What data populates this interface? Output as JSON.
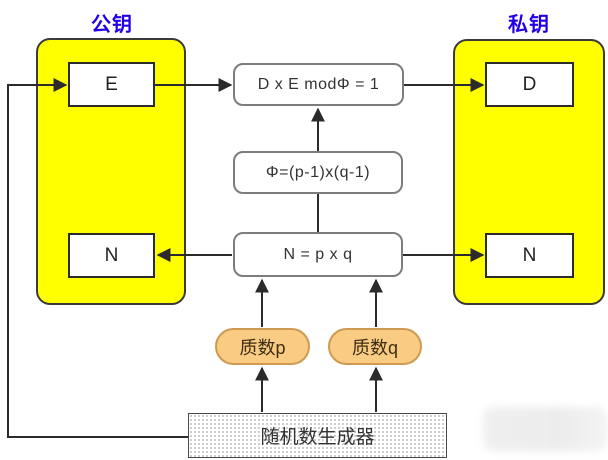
{
  "diagram": {
    "title_semantic": "RSA key generation diagram",
    "titles": {
      "public_key": "公钥",
      "private_key": "私钥"
    },
    "public_box": {
      "e": "E",
      "n": "N"
    },
    "private_box": {
      "d": "D",
      "n": "N"
    },
    "formulas": {
      "mod_eq": "D x E modΦ = 1",
      "phi_eq": "Φ=(p-1)x(q-1)",
      "n_eq": "N = p x q"
    },
    "primes": {
      "p": "质数p",
      "q": "质数q"
    },
    "generator": {
      "label": "随机数生成器"
    },
    "colors": {
      "key_group_fill": "#FFFF00",
      "key_group_border": "#3A3A3A",
      "title_blue": "#2100E8",
      "prime_fill": "#F9CB83",
      "prime_border": "#CE9A52",
      "line_color": "#2B2B2B",
      "formula_border": "#7D7D7D"
    }
  }
}
